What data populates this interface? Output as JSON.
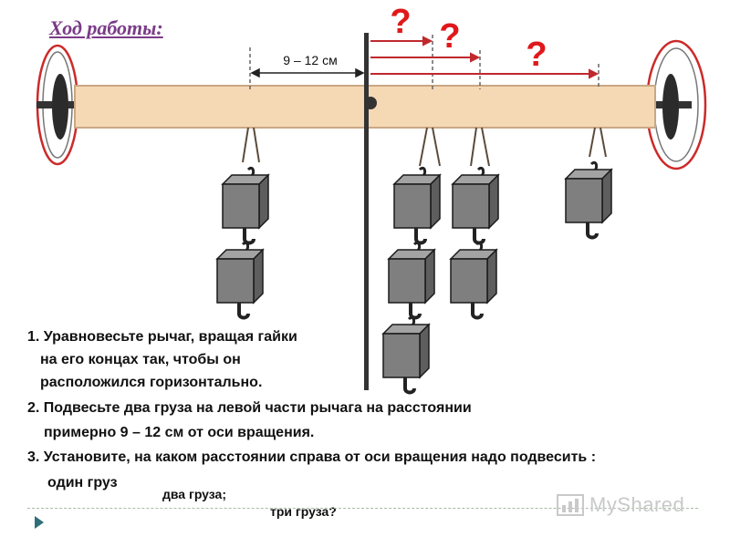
{
  "heading": "Ход работы:",
  "dimension_label": "9 – 12 см",
  "question_mark": "?",
  "steps": [
    {
      "lines": [
        "1. Уравновесьте рычаг, вращая гайки",
        "на его концах так, чтобы  он",
        "расположился горизонтально."
      ]
    },
    {
      "lines": [
        "2. Подвесьте два груза на левой части рычага на расстоянии",
        "примерно  9 – 12 см от оси вращения."
      ]
    },
    {
      "lines": [
        "3. Установите, на каком  расстоянии справа от оси вращения  надо подвесить :",
        "один груз"
      ]
    }
  ],
  "options": {
    "two_weights": "два груза;",
    "three_weights": "три груза?"
  },
  "brand": "MyShared",
  "colors": {
    "lever": "#f5d8b4",
    "lever_border": "#c9a784",
    "axis": "#333333",
    "weight": "#7f7f7f",
    "weight_top": "#a3a3a3",
    "weight_side": "#5e5e5e",
    "ring": "#cc2a2a",
    "arrow": "#c0282d",
    "question": "#e0181b",
    "heading": "#7a3b87"
  }
}
